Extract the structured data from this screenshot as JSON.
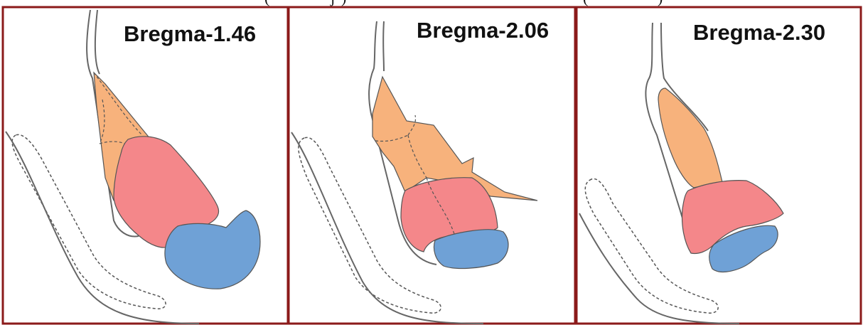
{
  "colors": {
    "frame": "#8b1a1a",
    "orange": "#f7b27c",
    "red": "#f4878a",
    "blue": "#6fa1d6",
    "outline": "#555555",
    "text": "#111111"
  },
  "header_cropped_text": [
    "(",
    "j",
    ")",
    "(",
    ")"
  ],
  "panels": [
    {
      "title": "Bregma-1.46"
    },
    {
      "title": "Bregma-2.06"
    },
    {
      "title": "Bregma-2.30"
    }
  ]
}
